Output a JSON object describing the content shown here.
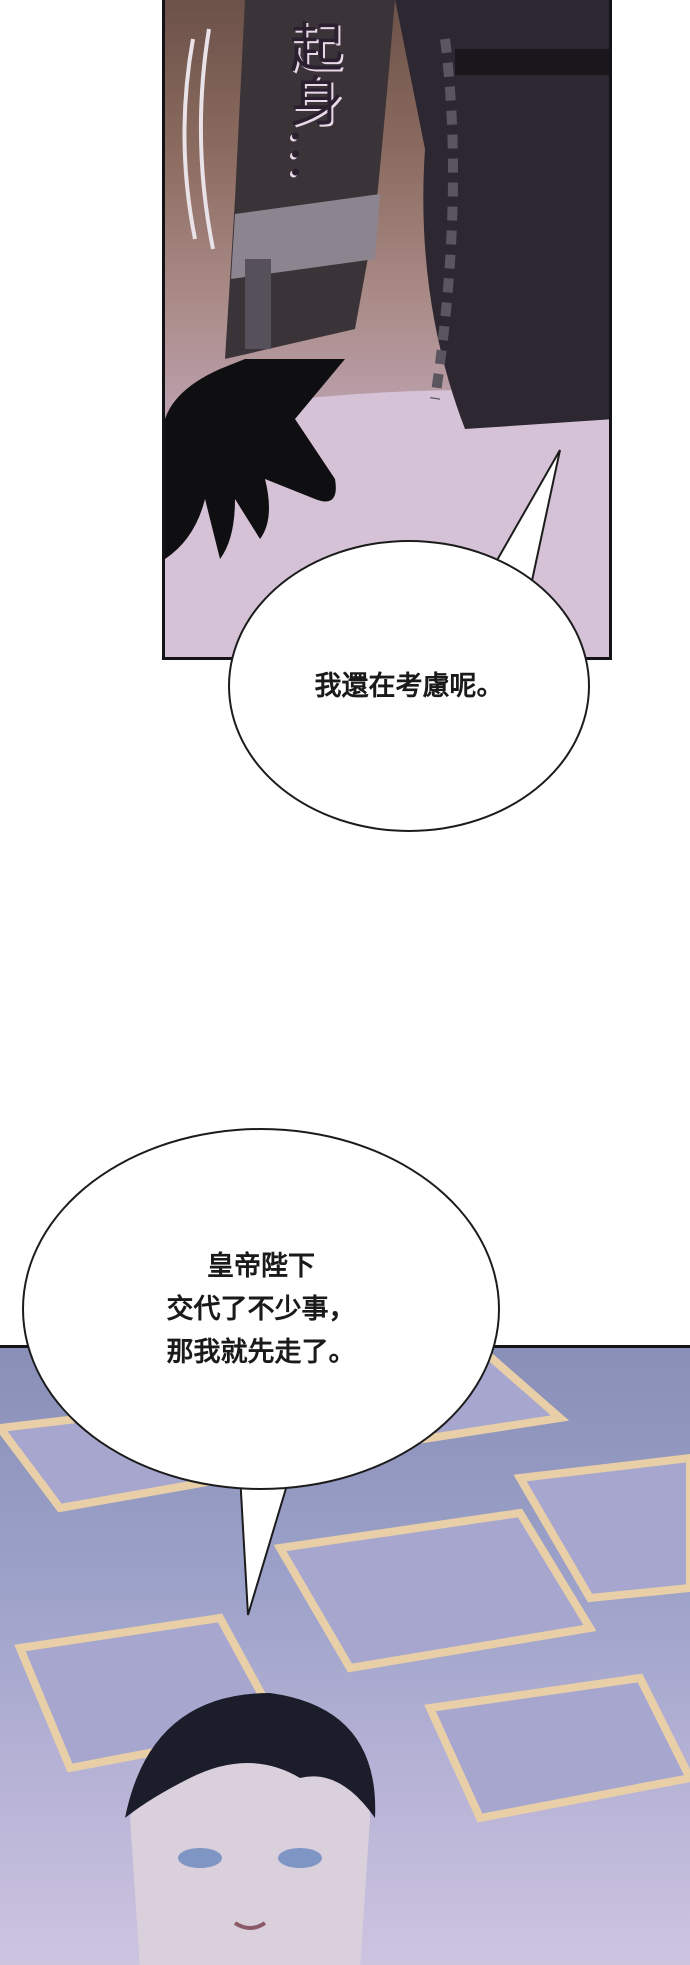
{
  "panels": {
    "top": {
      "sfx_text": "起身…",
      "bubble_text": "我還在考慮呢。"
    },
    "bottom": {
      "bubble_text": "皇帝陛下\n交代了不少事，\n那我就先走了。"
    }
  },
  "colors": {
    "panel_border": "#141418",
    "bubble_border": "#1c1c1c",
    "sleeve": "#3a3438",
    "glove": "#0f0f12",
    "ceiling": "#9aa0c8",
    "hair": "#1b1e2a"
  }
}
